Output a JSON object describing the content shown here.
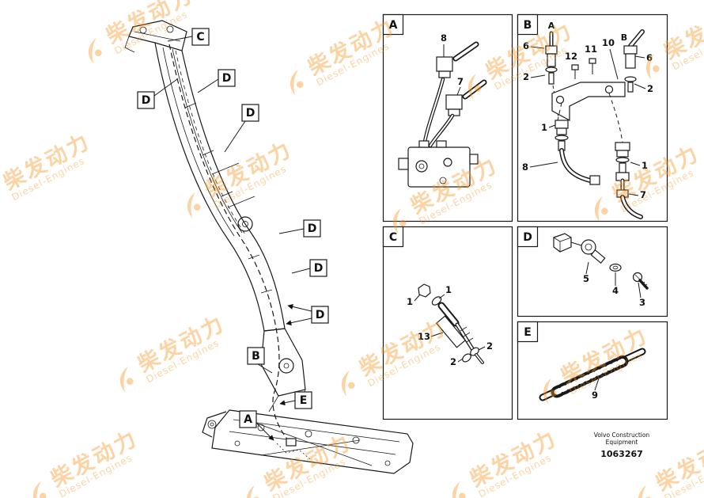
{
  "watermark": {
    "cn": "柴发动力",
    "en": "Diesel-Engines",
    "color": "#F7941E"
  },
  "footer": {
    "brand_line1": "Volvo Construction",
    "brand_line2": "Equipment",
    "part_number": "1063267"
  },
  "diagram": {
    "callouts": [
      {
        "label": "C"
      },
      {
        "label": "D"
      },
      {
        "label": "D"
      },
      {
        "label": "D"
      },
      {
        "label": "D"
      },
      {
        "label": "D"
      },
      {
        "label": "D"
      },
      {
        "label": "B"
      },
      {
        "label": "E"
      },
      {
        "label": "A"
      }
    ]
  },
  "panels": {
    "a": {
      "letter": "A",
      "parts": {
        "p8": "8",
        "p7": "7"
      }
    },
    "b": {
      "letter": "B",
      "sub_a": "A",
      "sub_b": "B",
      "parts": {
        "p6l": "6",
        "p2l": "2",
        "p12": "12",
        "p11": "11",
        "p10": "10",
        "p6r": "6",
        "p2r": "2",
        "p1l": "1",
        "p8": "8",
        "p1r": "1",
        "p7": "7"
      }
    },
    "c": {
      "letter": "C",
      "parts": {
        "p1a": "1",
        "p1b": "1",
        "p13": "13",
        "p2a": "2",
        "p2b": "2"
      }
    },
    "d": {
      "letter": "D",
      "parts": {
        "p5": "5",
        "p4": "4",
        "p3": "3"
      }
    },
    "e": {
      "letter": "E",
      "parts": {
        "p9": "9"
      }
    }
  }
}
